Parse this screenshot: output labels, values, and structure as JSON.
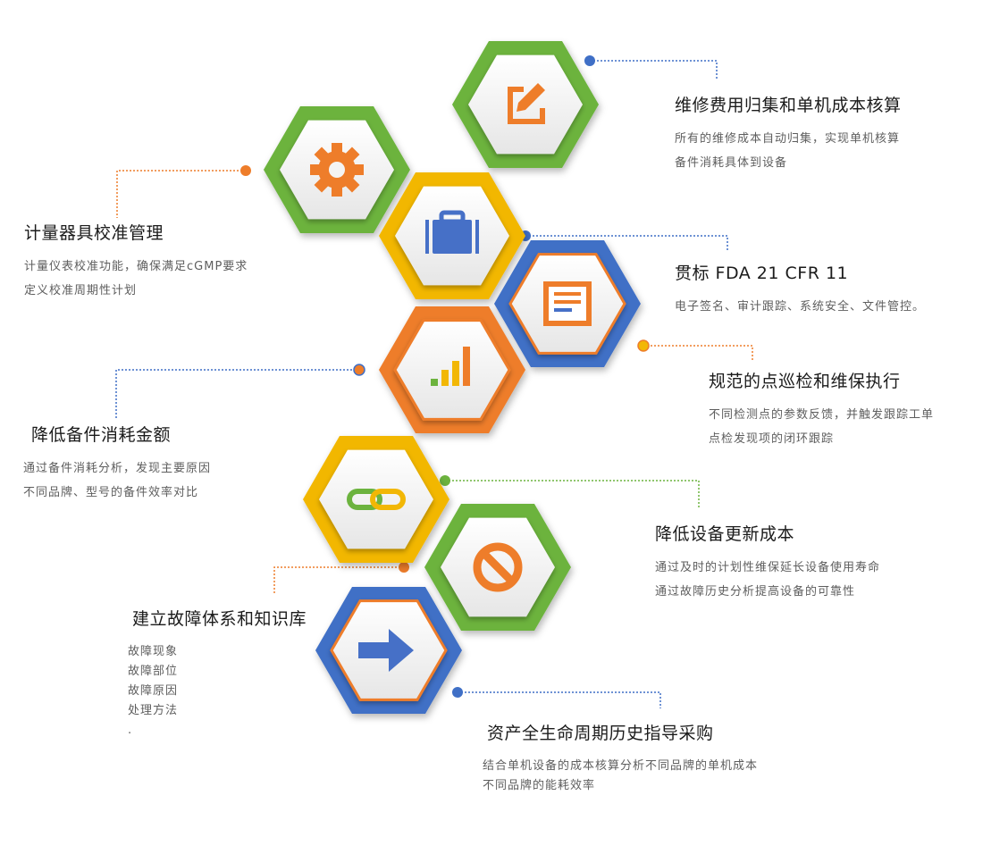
{
  "colors": {
    "green": "#6cb33e",
    "yellow": "#f2b705",
    "blue": "#3f6fc6",
    "orange": "#ee7d2a",
    "icon_orange": "#ee7d2a",
    "icon_blue": "#4670c7"
  },
  "hexagons": [
    {
      "id": "maintenance-cost",
      "color": "green",
      "icon": "edit-icon"
    },
    {
      "id": "calibration",
      "color": "green",
      "icon": "gear-icon"
    },
    {
      "id": "compliance",
      "color": "yellow",
      "icon": "briefcase-icon"
    },
    {
      "id": "inspection",
      "color": "blue",
      "icon": "document-icon"
    },
    {
      "id": "spare-parts",
      "color": "orange",
      "icon": "bar-chart-icon"
    },
    {
      "id": "equipment-renewal",
      "color": "yellow",
      "icon": "link-icon"
    },
    {
      "id": "fault-knowledge",
      "color": "green",
      "icon": "prohibit-icon"
    },
    {
      "id": "lifecycle",
      "color": "blue",
      "icon": "arrow-right-icon"
    }
  ],
  "items": [
    {
      "id": "maintenance-cost",
      "title": "维修费用归集和单机成本核算",
      "lines": [
        "所有的维修成本自动归集，实现单机核算",
        "备件消耗具体到设备"
      ]
    },
    {
      "id": "calibration",
      "title": "计量器具校准管理",
      "lines": [
        "计量仪表校准功能，确保满足cGMP要求",
        "定义校准周期性计划"
      ]
    },
    {
      "id": "compliance",
      "title": "贯标 FDA 21 CFR 11",
      "lines": [
        "电子签名、审计跟踪、系统安全、文件管控。"
      ]
    },
    {
      "id": "inspection",
      "title": "规范的点巡检和维保执行",
      "lines": [
        "不同检测点的参数反馈，并触发跟踪工单",
        "点检发现项的闭环跟踪"
      ]
    },
    {
      "id": "spare-parts",
      "title": "降低备件消耗金额",
      "lines": [
        "通过备件消耗分析，发现主要原因",
        "不同品牌、型号的备件效率对比"
      ]
    },
    {
      "id": "equipment-renewal",
      "title": "降低设备更新成本",
      "lines": [
        "通过及时的计划性维保延长设备使用寿命",
        "通过故障历史分析提高设备的可靠性"
      ]
    },
    {
      "id": "fault-knowledge",
      "title": "建立故障体系和知识库",
      "lines": [
        "故障现象",
        "故障部位",
        "故障原因",
        "处理方法",
        "."
      ]
    },
    {
      "id": "lifecycle",
      "title": "资产全生命周期历史指导采购",
      "lines": [
        "结合单机设备的成本核算分析不同品牌的单机成本",
        "不同品牌的能耗效率"
      ]
    }
  ]
}
